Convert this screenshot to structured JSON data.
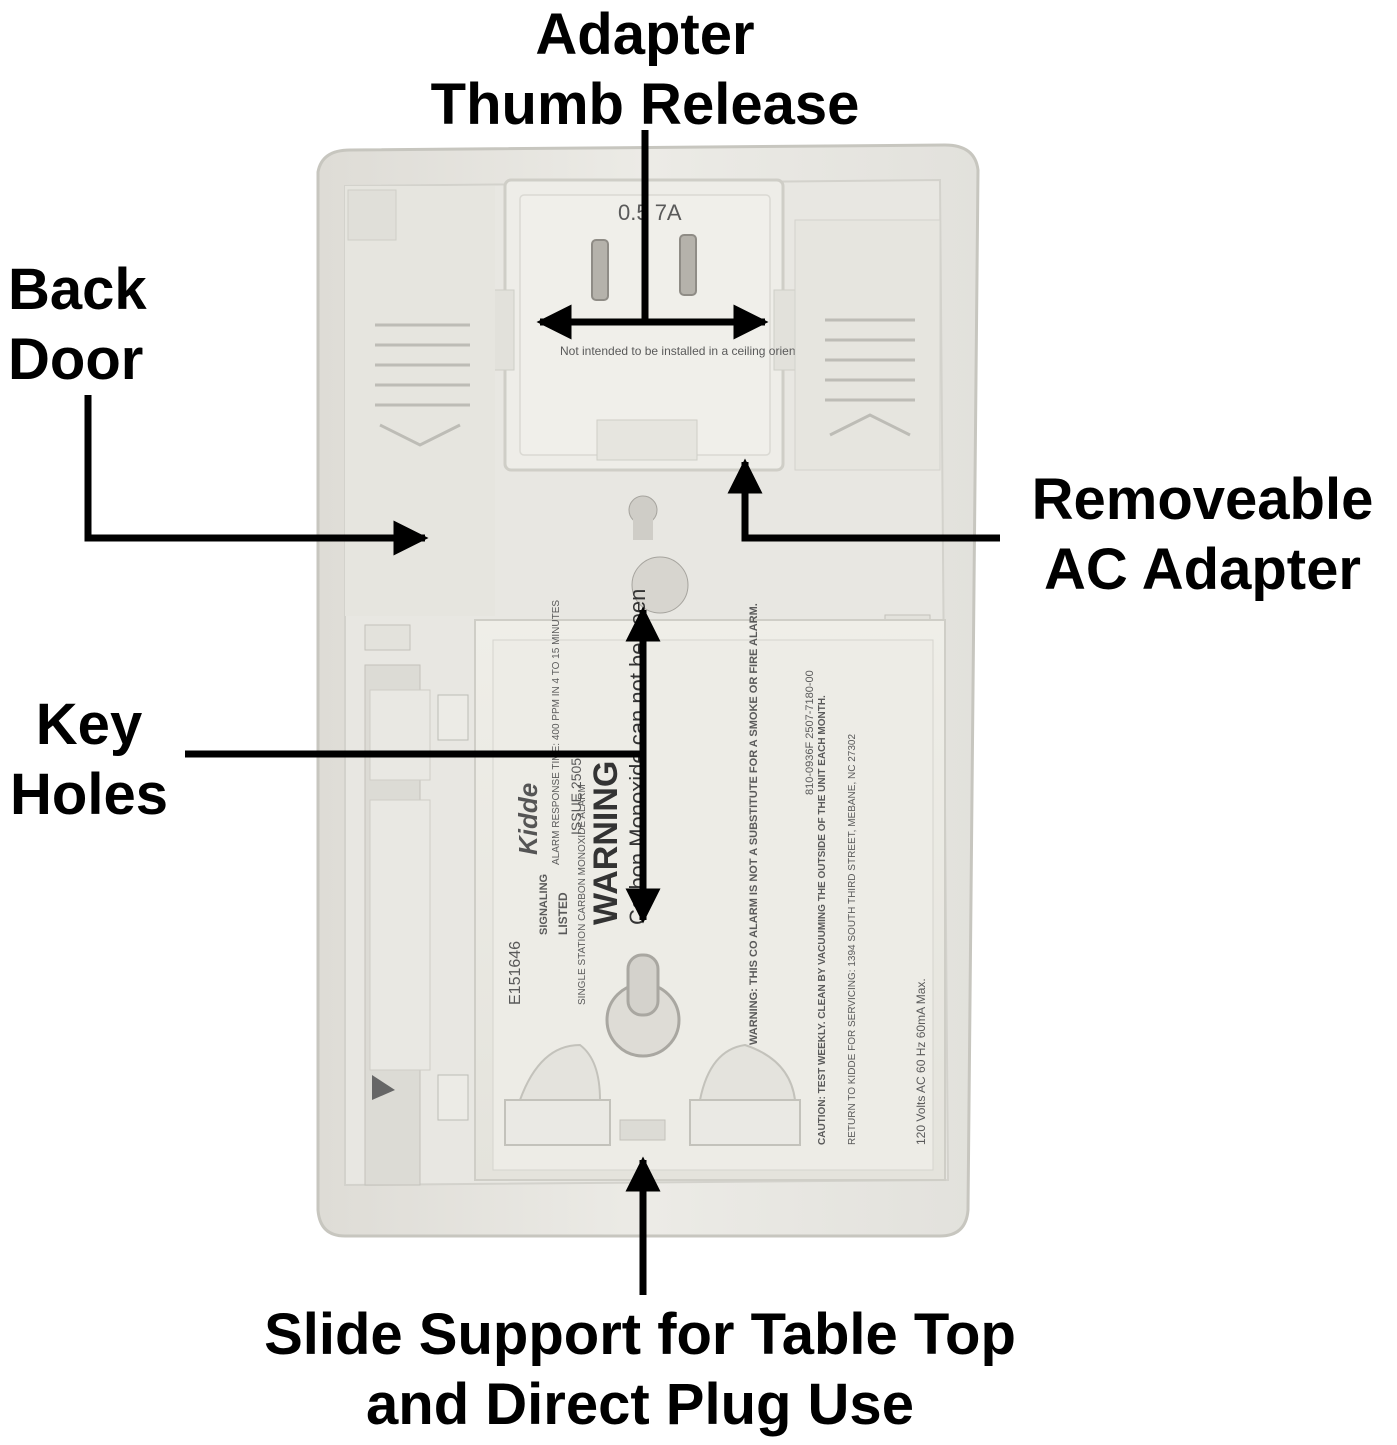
{
  "labels": {
    "adapter_thumb_release": [
      "Adapter",
      "Thumb Release"
    ],
    "back_door": [
      "Back",
      "Door"
    ],
    "removeable_ac_adapter": [
      "Removeable",
      "AC Adapter"
    ],
    "key_holes": [
      "Key",
      "Holes"
    ],
    "slide_support": [
      "Slide Support for Table Top",
      "and Direct Plug Use"
    ]
  },
  "device": {
    "brand": "Kidde",
    "warning_title": "WARNING",
    "warning_subtitle": "Carbon Monoxide can not be seen",
    "issue": "ISSUE 2505",
    "part_code": "810-0936F   2507-7180-00",
    "plug_rating": "0.5   7A",
    "ul_id": "E151646",
    "listed_text": "LISTED",
    "signaling_text": "SIGNALING",
    "alarm_type": "SINGLE STATION CARBON MONOXIDE ALARM",
    "alarm_response": "ALARM RESPONSE TIME: 400 PPM IN 4 TO 15 MINUTES",
    "rating": "120 Volts AC   60 Hz   60mA Max.",
    "caution_line": "CAUTION: TEST WEEKLY. CLEAN BY VACUUMING THE OUTSIDE OF THE UNIT EACH MONTH.",
    "warning_line": "WARNING: THIS CO ALARM IS NOT A SUBSTITUTE FOR A SMOKE OR FIRE ALARM.",
    "return_line": "RETURN TO KIDDE FOR SERVICING: 1394 SOUTH THIRD STREET, MEBANE, NC 27302",
    "adapter_note": "Not intended to be installed in a ceiling oriented position"
  },
  "colors": {
    "housing": "#e9e8e4",
    "housing_shadow": "#c9c8c2",
    "label_paper": "#ecebe5",
    "ink": "#000000"
  }
}
